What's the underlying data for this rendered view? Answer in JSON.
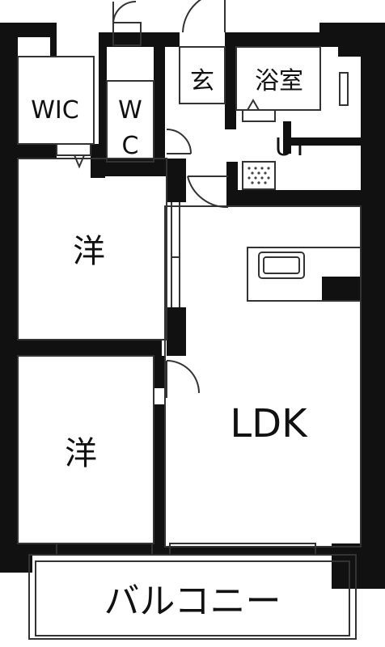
{
  "floor_plan": {
    "rooms": {
      "wic": "WIC",
      "wc_top": "W",
      "wc_bottom": "C",
      "entrance": "玄",
      "bathroom": "浴室",
      "utility": "UT",
      "western_room_upper": "洋",
      "western_room_lower": "洋",
      "ldk": "LDK",
      "balcony": "バルコニー"
    },
    "colors": {
      "wall": "#111111",
      "fixture_stroke": "#333333",
      "background": "#ffffff"
    }
  }
}
